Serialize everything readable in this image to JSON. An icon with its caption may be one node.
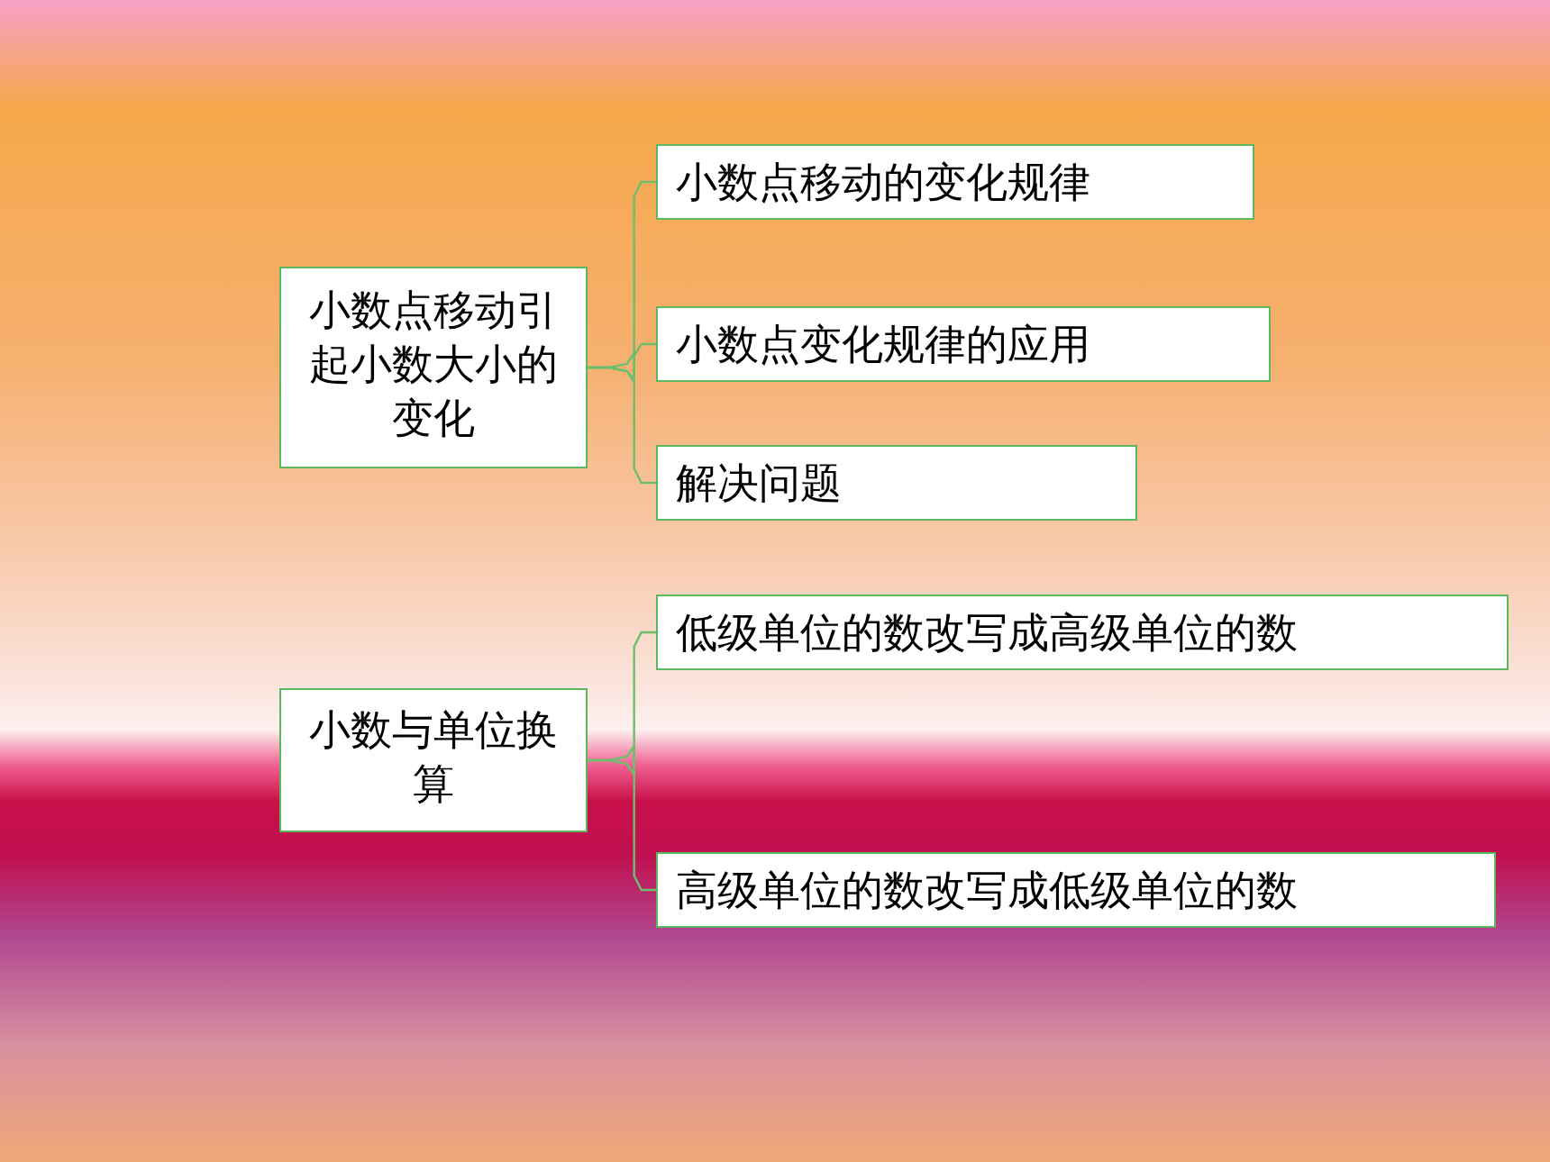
{
  "diagram": {
    "nodes": [
      {
        "text": [
          "小数点移动引起小数大小的变化"
        ]
      },
      {
        "text": [
          "小数点移动的变化规律"
        ]
      },
      {
        "text": [
          "小数点变化规律的应用"
        ]
      },
      {
        "text": [
          "解决问题"
        ]
      },
      {
        "text": [
          "小数与单位换算"
        ]
      },
      {
        "text": [
          "低级单位的数改写成高级单位的数"
        ]
      },
      {
        "text": [
          "高级单位的数改写成低级单位的数"
        ]
      }
    ],
    "edges": [
      {
        "from": 0,
        "to": 1,
        "arrow": "none"
      },
      {
        "from": 0,
        "to": 2,
        "arrow": "none"
      },
      {
        "from": 0,
        "to": 3,
        "arrow": "none"
      },
      {
        "from": 4,
        "to": 5,
        "arrow": "none"
      },
      {
        "from": 4,
        "to": 6,
        "arrow": "none"
      }
    ]
  }
}
